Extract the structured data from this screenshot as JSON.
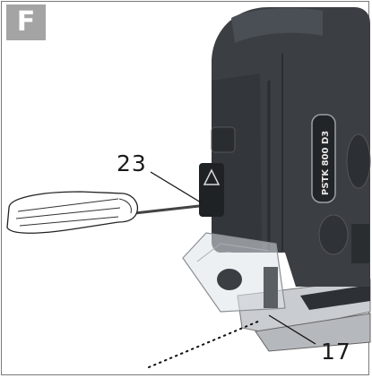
{
  "figure": {
    "badge_letter": "F",
    "callouts": {
      "c23": "23",
      "c17": "17"
    },
    "tool_model_label": "PSTK 800 D3"
  },
  "colors": {
    "badge_bg": "#a4a4a4",
    "tool_body": "#3b3f44",
    "tool_dark": "#1f2225",
    "frame": "#7a7a7a"
  }
}
